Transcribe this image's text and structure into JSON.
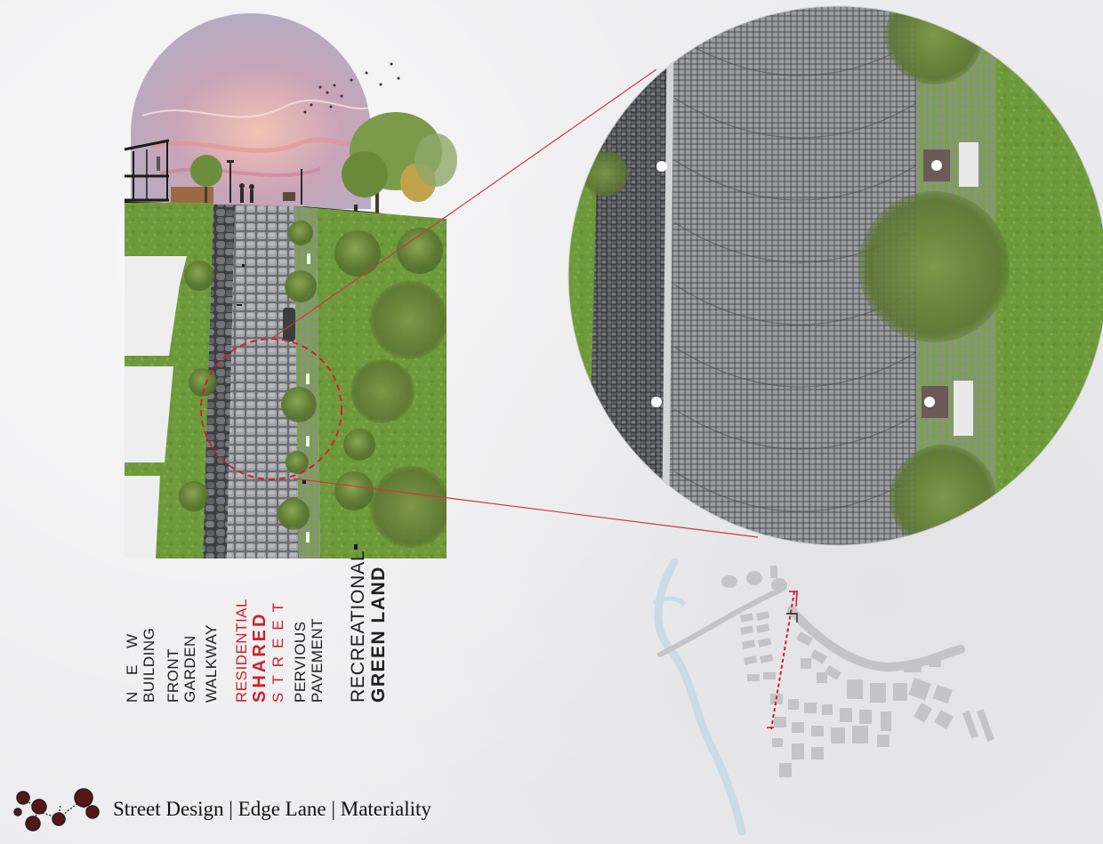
{
  "title": "Street Design | Edge Lane | Materiality",
  "labels": {
    "new_building": [
      "N E W",
      "BUILDING"
    ],
    "front_garden": [
      "FRONT",
      "GARDEN"
    ],
    "walkway": [
      "WALKWAY"
    ],
    "residential_shared_street": [
      "RESIDENTIAL",
      "SHARED",
      "STREET"
    ],
    "pervious_pavement": [
      "PERVIOUS",
      "PAVEMENT"
    ],
    "recreational_green_land": [
      "RECREATIONAL",
      "GREEN LAND"
    ]
  },
  "colors": {
    "accent_red": "#d21f2a",
    "grass": "#6f9a3c",
    "cobble": "#7f8085",
    "stone_dark": "#5b5c60",
    "tree": "#5e7b33",
    "map_gray": "#c4c4c6",
    "river": "#c9dbe6"
  }
}
